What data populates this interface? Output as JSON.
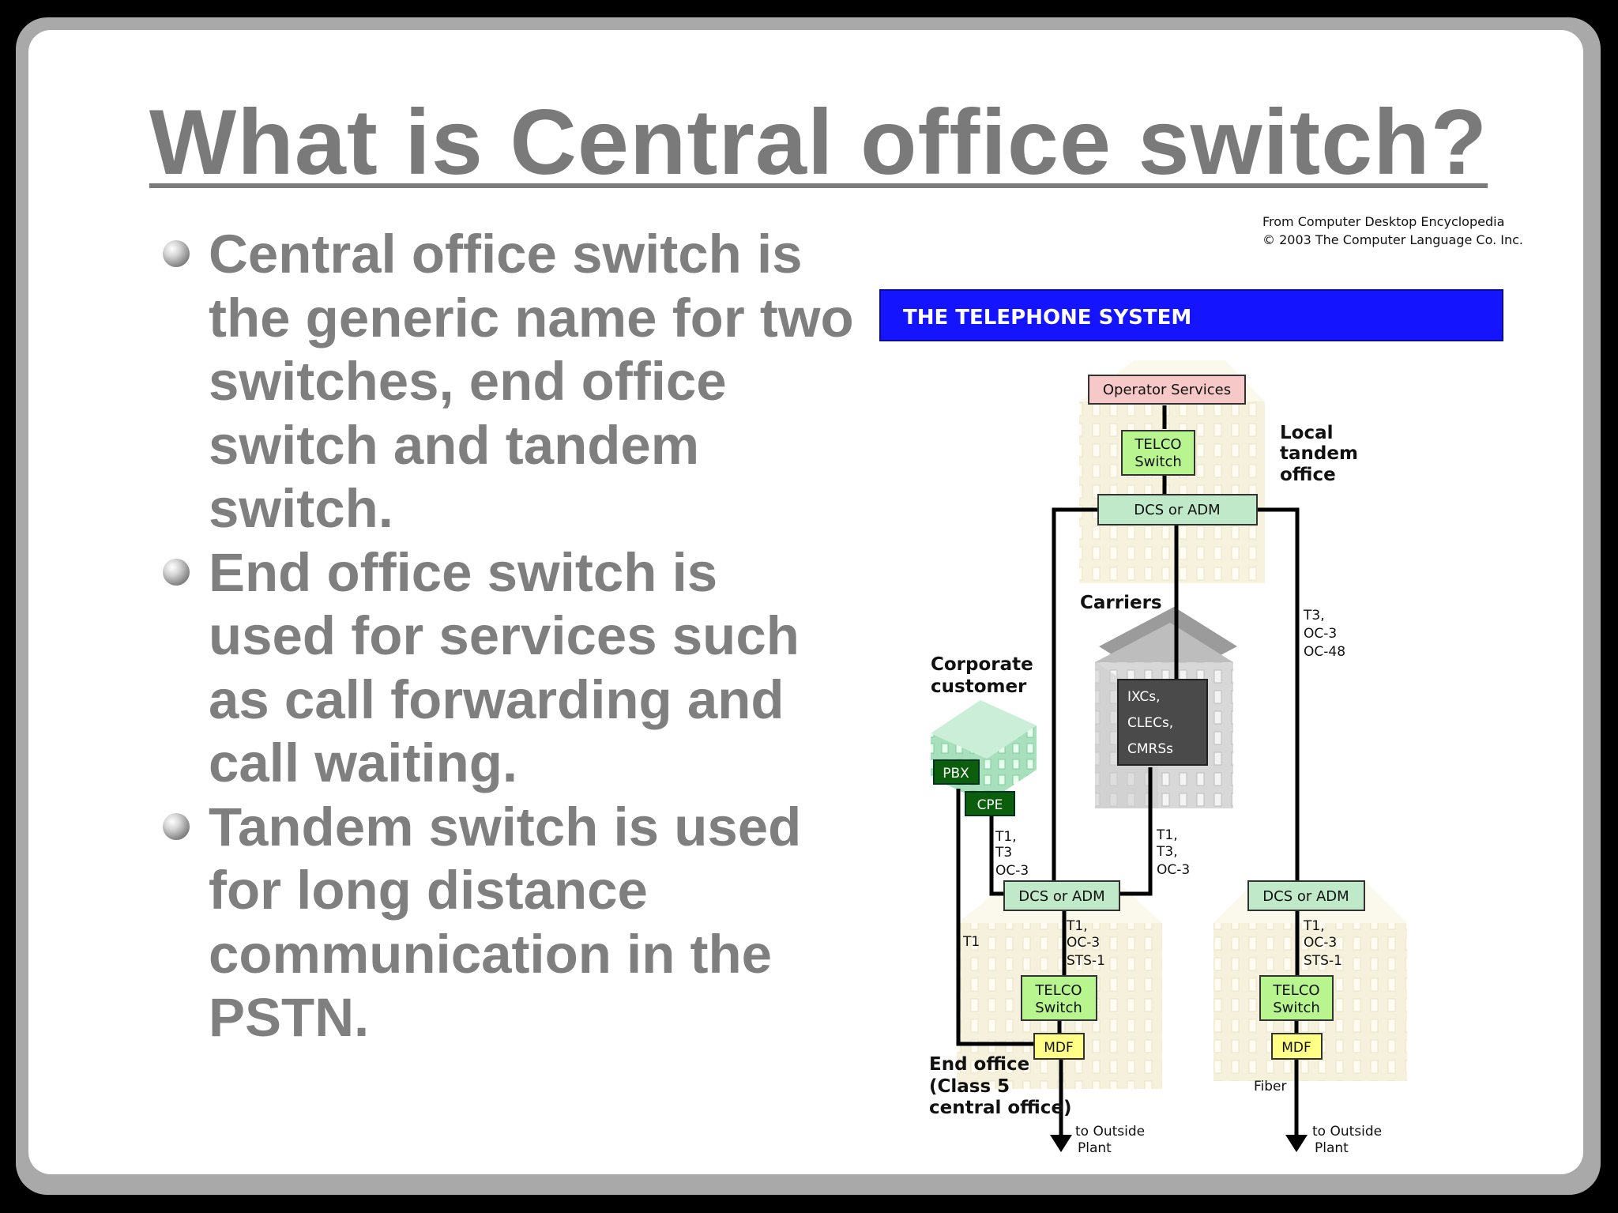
{
  "slide": {
    "title": "What is Central office switch?",
    "bullets": [
      "Central office switch is  the generic name for two switches, end office switch and tandem switch.",
      "End office switch is used for services such as call forwarding and call waiting.",
      "Tandem switch is used for long distance communication in the PSTN."
    ]
  },
  "figure": {
    "credit_line1": "From Computer Desktop Encyclopedia",
    "credit_line2": "© 2003 The Computer Language Co. Inc.",
    "banner": "THE TELEPHONE SYSTEM",
    "operator_services": "Operator Services",
    "telco": "TELCO",
    "switch": "Switch",
    "dcs_adm": "DCS or ADM",
    "local_tandem_1": "Local",
    "local_tandem_2": "tandem",
    "local_tandem_3": "office",
    "carriers": "Carriers",
    "carrier_list_1": "IXCs,",
    "carrier_list_2": "CLECs,",
    "carrier_list_3": "CMRSs",
    "right_trunk_1": "T3,",
    "right_trunk_2": "OC-3",
    "right_trunk_3": "OC-48",
    "corporate_1": "Corporate",
    "corporate_2": "customer",
    "pbx": "PBX",
    "cpe": "CPE",
    "cpe_link_1": "T1,",
    "cpe_link_2": "T3",
    "cpe_link_3": "OC-3",
    "carrier_link_1": "T1,",
    "carrier_link_2": "T3,",
    "carrier_link_3": "OC-3",
    "t1": "T1",
    "sts_1": "T1,",
    "sts_2": "OC-3",
    "sts_3": "STS-1",
    "mdf": "MDF",
    "end_office_1": "End office",
    "end_office_2": "(Class 5",
    "end_office_3": "central office)",
    "fiber": "Fiber",
    "outside_1": "to Outside",
    "outside_2": "Plant"
  },
  "colors": {
    "banner_bg": "#1414ff",
    "operator_box": "#f7c8c8",
    "switch_box": "#b9f58f",
    "dcs_box": "#bfe9c9",
    "mdf_box": "#ffff88",
    "pbx_box": "#0b5e0b",
    "carrier_box": "#4a4a4a"
  }
}
